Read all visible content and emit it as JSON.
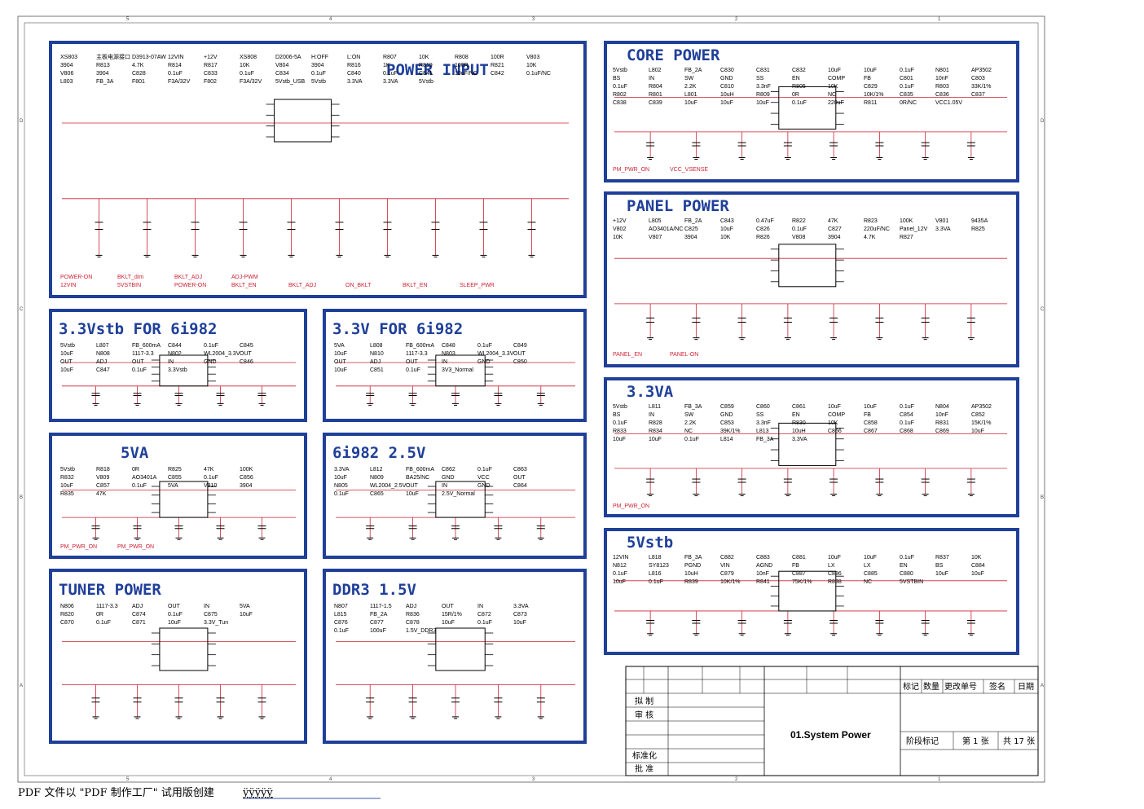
{
  "sheet": {
    "ruler_top": [
      "5",
      "4",
      "3",
      "2",
      "1"
    ],
    "ruler_side": [
      "D",
      "C",
      "B",
      "A"
    ],
    "footer": "PDF 文件以 \"PDF 制作工厂\" 试用版创建",
    "footer_link": "ÿÿÿÿÿ"
  },
  "sections": [
    {
      "id": "power-input",
      "title": "POWER  INPUT",
      "labels": [
        "XS803",
        "主板电源接口",
        "D3913-07AW",
        "12VIN",
        "+12V",
        "XS808",
        "D2006-5A",
        "H:OFF",
        "L:ON",
        "R807",
        "10K",
        "R808",
        "100R",
        "V803",
        "3904",
        "R813",
        "4.7K",
        "R814",
        "R817",
        "10K",
        "V804",
        "3904",
        "R816",
        "1K",
        "R819",
        "100R",
        "R821",
        "10K",
        "V806",
        "3904",
        "C828",
        "0.1uF",
        "C833",
        "0.1uF",
        "C834",
        "0.1uF",
        "C840",
        "0.1uF",
        "C841",
        "10uF/NC",
        "C842",
        "0.1uF/NC",
        "L803",
        "FB_3A",
        "F801",
        "F3A/32V",
        "F802",
        "F3A/32V",
        "5Vstb_USB",
        "5Vstb",
        "3.3VA",
        "3.3VA",
        "5Vstb"
      ],
      "nets": [
        "12VIN",
        "5VSTBIN",
        "POWER-ON",
        "BKLT_EN",
        "BKLT_ADJ",
        "ON_BKLT",
        "BKLT_EN",
        "SLEEP_PWR",
        "POWER-ON",
        "BKLT_dim",
        "BKLT_ADJ",
        "ADJ-PWM"
      ]
    },
    {
      "id": "core-power",
      "title": "CORE  POWER",
      "labels": [
        "5Vstb",
        "L802",
        "FB_2A",
        "C830",
        "C831",
        "C832",
        "10uF",
        "10uF",
        "0.1uF",
        "N801",
        "AP3502",
        "BS",
        "IN",
        "SW",
        "GND",
        "SS",
        "EN",
        "COMP",
        "FB",
        "C801",
        "10nF",
        "C803",
        "0.1uF",
        "R804",
        "2.2K",
        "C810",
        "3.3nF",
        "R805",
        "10K",
        "C829",
        "0.1uF",
        "R803",
        "33K/1%",
        "R802",
        "R801",
        "L801",
        "10uH",
        "R809",
        "0R",
        "NC",
        "10K/1%",
        "C835",
        "C836",
        "C837",
        "C838",
        "C839",
        "10uF",
        "10uF",
        "10uF",
        "0.1uF",
        "220uF",
        "R811",
        "0R/NC",
        "VCC1.05V"
      ],
      "nets": [
        "PM_PWR_ON",
        "VCC_VSENSE"
      ]
    },
    {
      "id": "panel-power",
      "title": "PANEL  POWER",
      "labels": [
        "+12V",
        "L805",
        "FB_2A",
        "C843",
        "0.47uF",
        "R822",
        "47K",
        "R823",
        "100K",
        "V801",
        "9435A",
        "V802",
        "AO3401A/NC",
        "C825",
        "10uF",
        "C826",
        "0.1uF",
        "C827",
        "220uF/NC",
        "Panel_12V",
        "3.3VA",
        "R825",
        "10K",
        "V807",
        "3904",
        "10K",
        "R826",
        "V808",
        "3904",
        "4.7K",
        "R827"
      ],
      "nets": [
        "PANEL_EN",
        "PANEL-ON"
      ]
    },
    {
      "id": "v33stb",
      "title": "3.3Vstb FOR 6i982",
      "labels": [
        "5Vstb",
        "L807",
        "FB_600mA",
        "C844",
        "0.1uF",
        "C845",
        "10uF",
        "N808",
        "1117-3.3",
        "N802",
        "WL2004_3.3V",
        "OUT",
        "OUT",
        "ADJ",
        "OUT",
        "IN",
        "GND",
        "C846",
        "10uF",
        "C847",
        "0.1uF",
        "3.3Vstb"
      ],
      "nets": []
    },
    {
      "id": "v33",
      "title": "3.3V FOR 6i982",
      "labels": [
        "5VA",
        "L808",
        "FB_600mA",
        "C848",
        "0.1uF",
        "C849",
        "10uF",
        "N810",
        "1117-3.3",
        "N803",
        "WL2004_3.3V",
        "OUT",
        "OUT",
        "ADJ",
        "OUT",
        "IN",
        "GND",
        "C850",
        "10uF",
        "C851",
        "0.1uF",
        "3V3_Normal"
      ],
      "nets": []
    },
    {
      "id": "v5a",
      "title": "5VA",
      "labels": [
        "5Vstb",
        "R818",
        "0R",
        "R825",
        "47K",
        "100K",
        "R832",
        "V809",
        "AO3401A",
        "C855",
        "0.1uF",
        "C856",
        "10uF",
        "C857",
        "0.1uF",
        "5VA",
        "V810",
        "3904",
        "R835",
        "47K"
      ],
      "nets": [
        "PM_PWR_ON",
        "PM_PWR_ON"
      ]
    },
    {
      "id": "v25",
      "title": "6i982 2.5V",
      "labels": [
        "3.3VA",
        "L812",
        "FB_600mA",
        "C862",
        "0.1uF",
        "C863",
        "10uF",
        "N809",
        "BA25/NC",
        "GND",
        "VCC",
        "OUT",
        "N805",
        "WL2004_2.5V",
        "OUT",
        "IN",
        "GND",
        "C864",
        "0.1uF",
        "C865",
        "10uF",
        "2.5V_Normal"
      ],
      "nets": []
    },
    {
      "id": "v33a",
      "title": "3.3VA",
      "labels": [
        "5Vstb",
        "L811",
        "FB_3A",
        "C859",
        "C860",
        "C861",
        "10uF",
        "10uF",
        "0.1uF",
        "N804",
        "AP3502",
        "BS",
        "IN",
        "SW",
        "GND",
        "SS",
        "EN",
        "COMP",
        "FB",
        "C854",
        "10nF",
        "C852",
        "0.1uF",
        "R828",
        "2.2K",
        "C853",
        "3.3nF",
        "R830",
        "10K",
        "C858",
        "0.1uF",
        "R831",
        "15K/1%",
        "R833",
        "R834",
        "NC",
        "39K/1%",
        "L813",
        "10uH",
        "C866",
        "C867",
        "C868",
        "C869",
        "10uF",
        "10uF",
        "10uF",
        "0.1uF",
        "L814",
        "FB_3A",
        "3.3VA"
      ],
      "nets": [
        "PM_PWR_ON"
      ]
    },
    {
      "id": "v5stb",
      "title": "5Vstb",
      "labels": [
        "12VIN",
        "L818",
        "FB_3A",
        "C882",
        "C883",
        "C881",
        "10uF",
        "10uF",
        "0.1uF",
        "R837",
        "10K",
        "N812",
        "SY8123",
        "PGND",
        "VIN",
        "AGND",
        "FB",
        "LX",
        "LX",
        "EN",
        "BS",
        "C884",
        "0.1uF",
        "L816",
        "10uH",
        "C879",
        "10nF",
        "C887",
        "C886",
        "C885",
        "C880",
        "10uF",
        "10uF",
        "10uF",
        "0.1uF",
        "R839",
        "10K/1%",
        "R841",
        "75K/1%",
        "R838",
        "NC",
        "5VSTBIN"
      ],
      "nets": []
    },
    {
      "id": "tuner-power",
      "title": "TUNER POWER",
      "labels": [
        "N806",
        "1117-3.3",
        "ADJ",
        "OUT",
        "IN",
        "5VA",
        "R820",
        "0R",
        "C874",
        "0.1uF",
        "C875",
        "10uF",
        "C870",
        "0.1uF",
        "C871",
        "10uF",
        "3.3V_Tun"
      ],
      "nets": []
    },
    {
      "id": "ddr3",
      "title": "DDR3  1.5V",
      "labels": [
        "N807",
        "1117-1.5",
        "ADJ",
        "OUT",
        "IN",
        "3.3VA",
        "L815",
        "FB_2A",
        "R836",
        "15R/1%",
        "C872",
        "C873",
        "C876",
        "C877",
        "C878",
        "10uF",
        "0.1uF",
        "10uF",
        "0.1uF",
        "100uF",
        "1.5V_DDR3"
      ],
      "nets": []
    }
  ],
  "title_block": {
    "headers": [
      "标记",
      "数量",
      "更改单号",
      "签名",
      "日期"
    ],
    "rows": [
      "拟  制",
      "审  核",
      "标准化",
      "批  准"
    ],
    "drawing_title": "01.System Power",
    "stage_label": "阶段标记",
    "sheet_no": "第  1  张",
    "sheet_total": "共 17 张"
  },
  "colors": {
    "frame": "#1f3f99",
    "wire": "#cc2233",
    "ink": "#000000"
  }
}
